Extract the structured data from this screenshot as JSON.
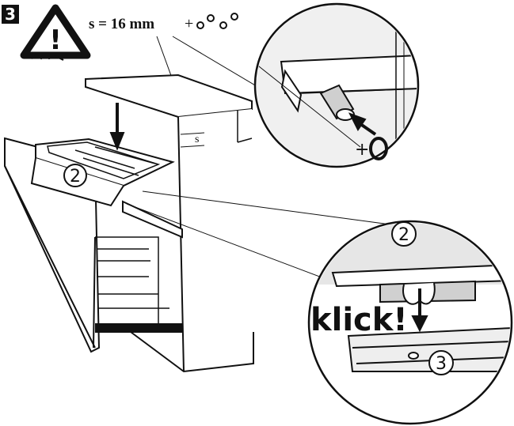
{
  "step": {
    "number": "3"
  },
  "warning": {
    "icon": "warning-triangle-icon",
    "label": "!"
  },
  "spacing": {
    "text": "s = 16 mm",
    "dim_label": "s"
  },
  "plugs": {
    "text": "+",
    "marker": "+"
  },
  "callouts": {
    "drawer_part": "2",
    "detail_part": "2",
    "rail_part": "3"
  },
  "action": {
    "text": "klick!"
  },
  "colors": {
    "ink": "#111111",
    "paper": "#ffffff",
    "tone": "#d8d8d8"
  }
}
